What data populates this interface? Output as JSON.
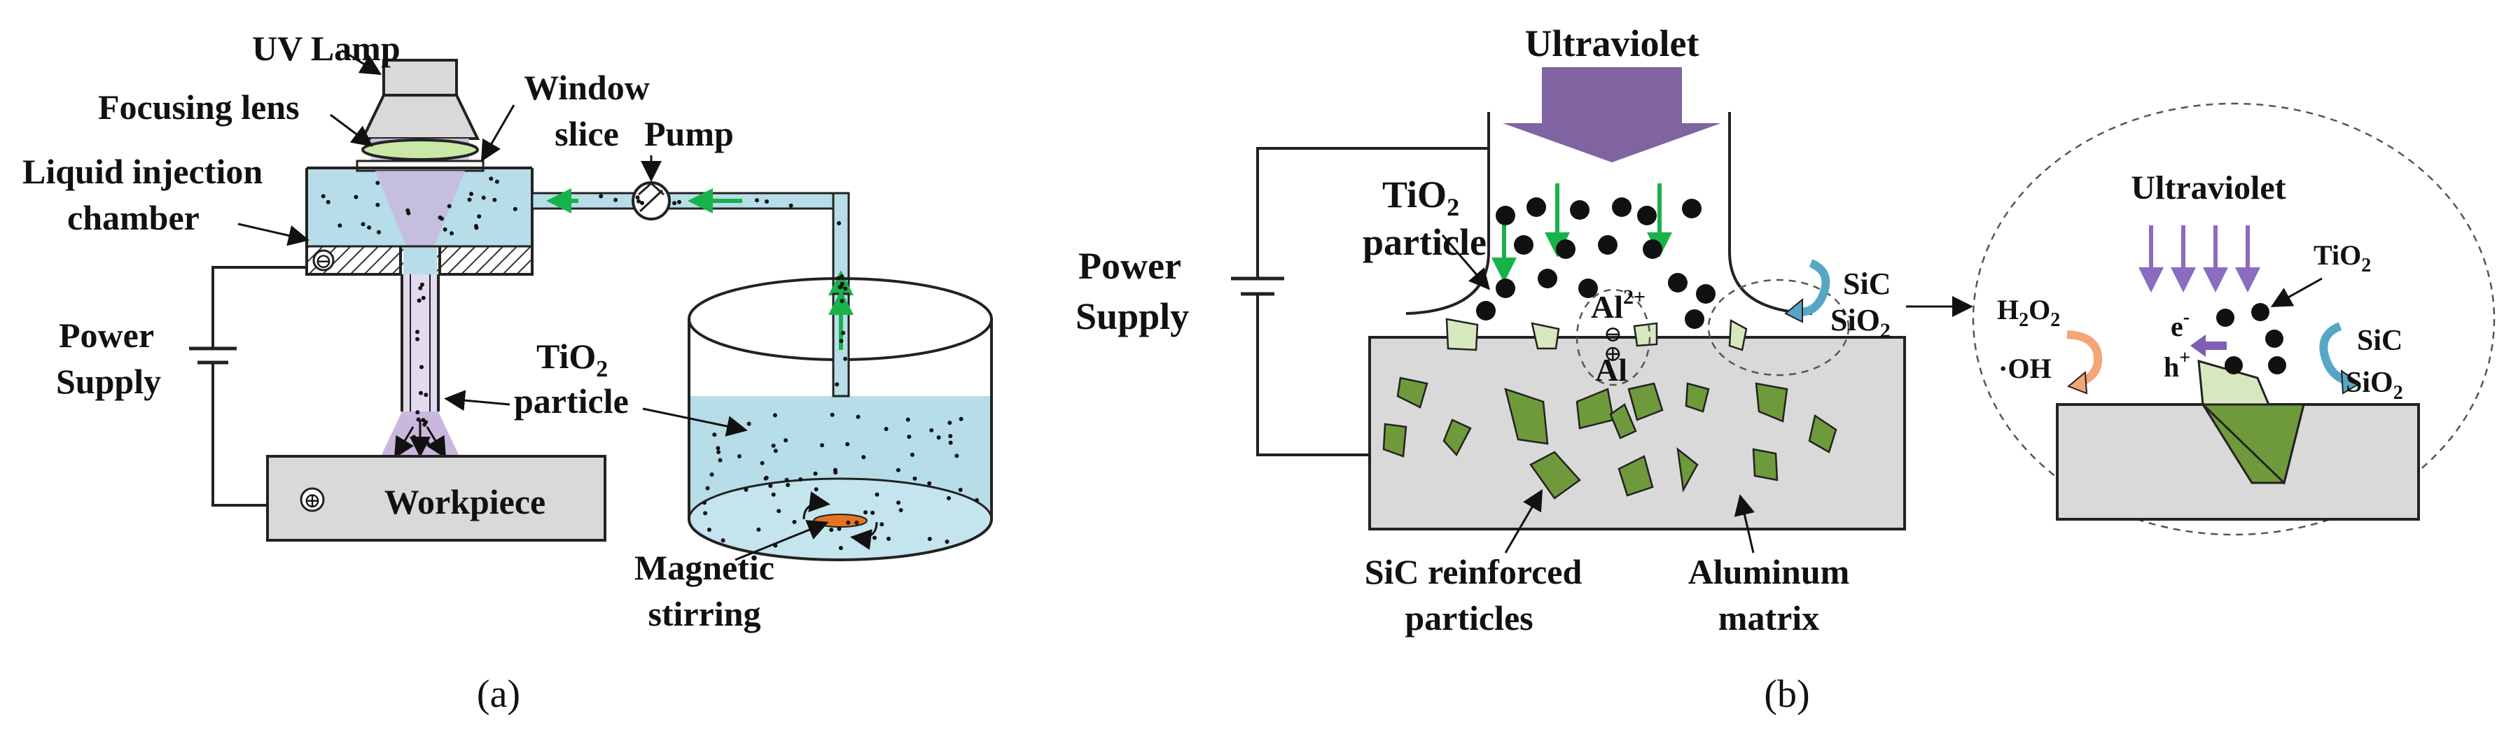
{
  "panel_a": {
    "uv_lamp": "UV Lamp",
    "focusing_lens": "Focusing lens",
    "window_slice_1": "Window",
    "window_slice_2": "slice",
    "pump": "Pump",
    "chamber_1": "Liquid injection",
    "chamber_2": "chamber",
    "power_1": "Power",
    "power_2": "Supply",
    "tio2_main": "TiO",
    "tio2_sub": "2",
    "tio2_particle": "particle",
    "workpiece": "Workpiece",
    "stirring_1": "Magnetic",
    "stirring_2": "stirring",
    "minus_sign": "⊖",
    "plus_sign": "⊕",
    "caption": "(a)"
  },
  "panel_b": {
    "ultraviolet": "Ultraviolet",
    "tio2_main": "TiO",
    "tio2_sub": "2",
    "tio2_particle": "particle",
    "power_1": "Power",
    "power_2": "Supply",
    "al_ion": "Al",
    "al_ion_sup": "2+",
    "al_atom": "Al",
    "minus_sign": "⊖",
    "plus_sign": "⊕",
    "sic": "SiC",
    "sio2_main": "SiO",
    "sio2_sub": "2",
    "sic_particles_1": "SiC reinforced",
    "sic_particles_2": "particles",
    "aluminum_1": "Aluminum",
    "aluminum_2": "matrix",
    "caption": "(b)"
  },
  "zoom": {
    "ultraviolet": "Ultraviolet",
    "tio2_main": "TiO",
    "tio2_sub": "2",
    "h2o2_a": "H",
    "h2o2_b": "2",
    "h2o2_c": "O",
    "h2o2_d": "2",
    "oh": "·OH",
    "electron": "e",
    "electron_sup": "-",
    "hole": "h",
    "hole_sup": "+",
    "sic": "SiC",
    "sio2_main": "SiO",
    "sio2_sub": "2"
  },
  "colors": {
    "liquid": "#b7dde8",
    "beam": "#c9b8dc",
    "workpiece": "#d9d9d9",
    "sic_particle": "#6f9a3b",
    "uv_arrow": "#8064a2",
    "flow_arrow": "#18b24a",
    "stir_bar": "#e8731e"
  }
}
